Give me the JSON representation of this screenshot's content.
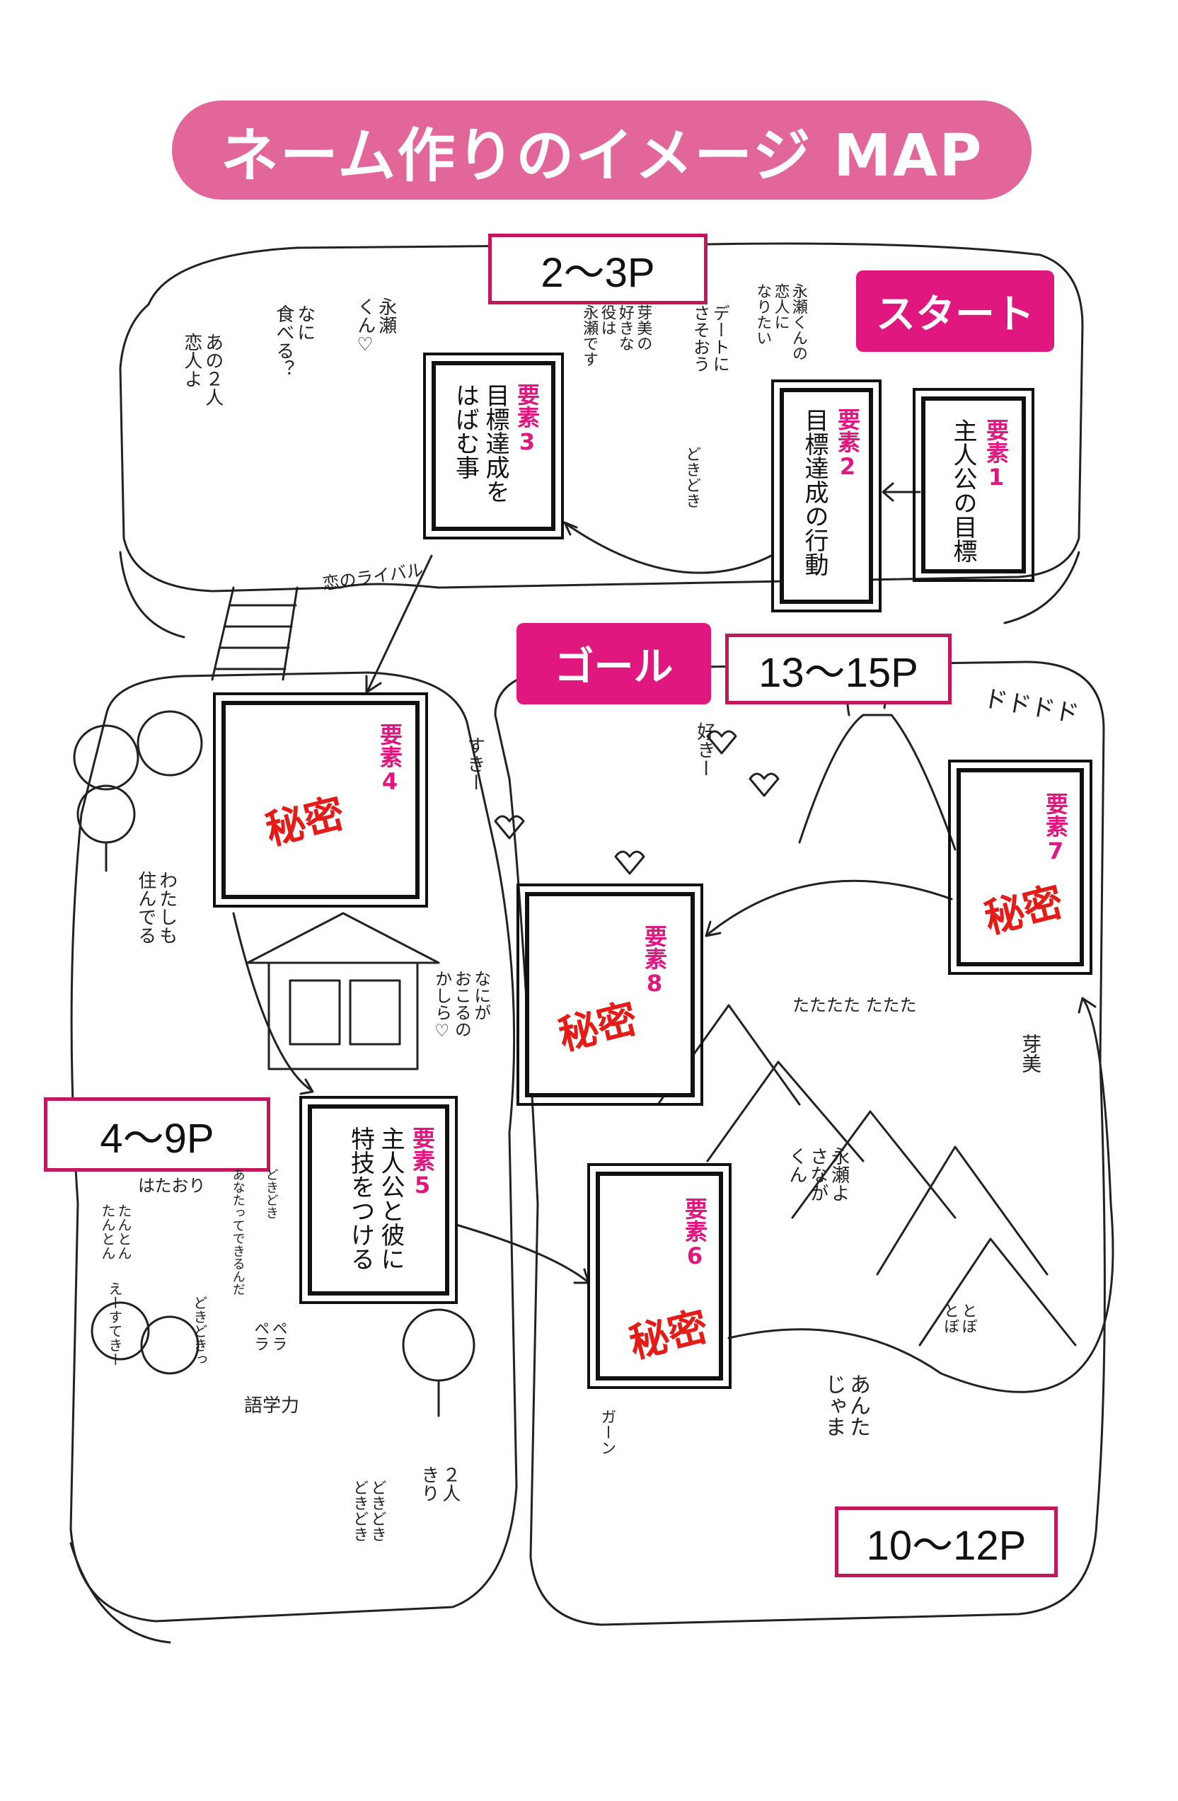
{
  "title": "ネーム作りのイメージ MAP",
  "tags": {
    "start": "スタート",
    "goal": "ゴール"
  },
  "pages": {
    "p2_3": "2〜3P",
    "p4_9": "4〜9P",
    "p10_12": "10〜12P",
    "p13_15": "13〜15P"
  },
  "elements": [
    {
      "label": "要素1",
      "text": "主人公の目標"
    },
    {
      "label": "要素2",
      "text": "目標達成の行動"
    },
    {
      "label": "要素3",
      "text": "目標達成を\nはばむ事"
    },
    {
      "label": "要素4",
      "text": "秘密"
    },
    {
      "label": "要素5",
      "text": "主人公と彼に\n特技をつける"
    },
    {
      "label": "要素6",
      "text": "秘密"
    },
    {
      "label": "要素7",
      "text": "秘密"
    },
    {
      "label": "要素8",
      "text": "秘密"
    }
  ],
  "annotations": {
    "bubble_1": "あの２人\n恋人よ",
    "bubble_2": "なに\n食べる？",
    "bubble_3": "永瀬\nくん♡",
    "bubble_4": "芽美の\n好きな\n役は\n永瀬です",
    "bubble_5": "デートに\nさそおう",
    "bubble_6": "永瀬くんの\n恋人に\nなりたい",
    "dokidoki_1": "どきどき",
    "rival": "恋のライバル",
    "suki_1": "すきー",
    "suki_2": "好きー",
    "dododo": "ドドドド",
    "bubble_w": "わたしも\n住んでる",
    "bubble_o": "なにが\nおこるの\nかしら♡",
    "tatata": "たたたた たたた",
    "memi": "芽美",
    "hataori": "はたおり",
    "tanton": "たんとん\nたんとん",
    "anata_sugoi": "あなたってできるんだ",
    "dokidoki_2": "どきどき",
    "e_sugoi": "えーすてきー",
    "dokidokki": "どきどきっ",
    "pera": "ペラ\nペラ",
    "gogaku": "語学力",
    "futari": "２人\nきり",
    "dokidoki_3": "どきどき\nどきどき",
    "bubble_n": "永瀬よ\nさなが\nくん",
    "tobo": "とぼ\nとぼ",
    "bubble_a": "あんた\nじゃま",
    "gaan": "ガーン"
  }
}
